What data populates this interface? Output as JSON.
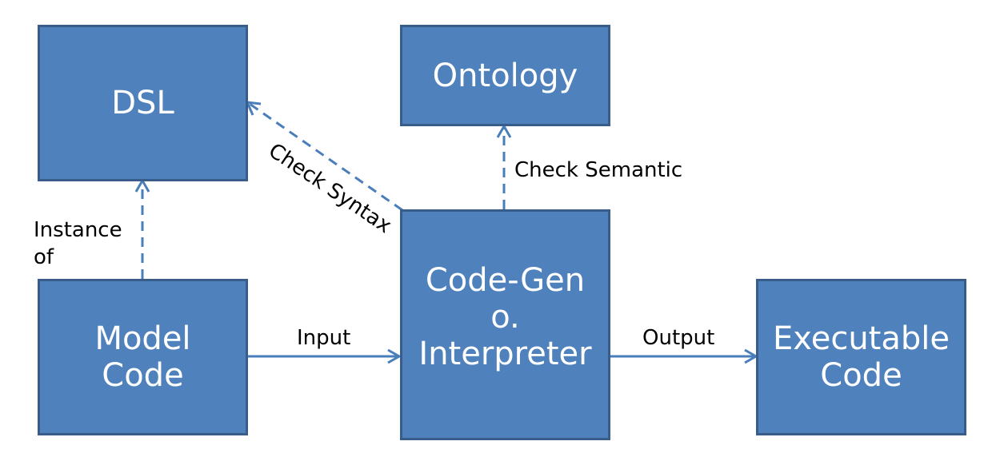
{
  "boxes": {
    "dsl": "DSL",
    "ontology": "Ontology",
    "model_code": "Model\nCode",
    "codegen": "Code-Gen\no.\nInterpreter",
    "executable": "Executable\nCode"
  },
  "edges": {
    "instance_of": "Instance\nof",
    "check_syntax": "Check Syntax",
    "check_semantic": "Check Semantic",
    "input": "Input",
    "output": "Output"
  },
  "colors": {
    "box_fill": "#4f81bd",
    "box_border": "#385d8a",
    "arrow": "#4a7ebb"
  }
}
